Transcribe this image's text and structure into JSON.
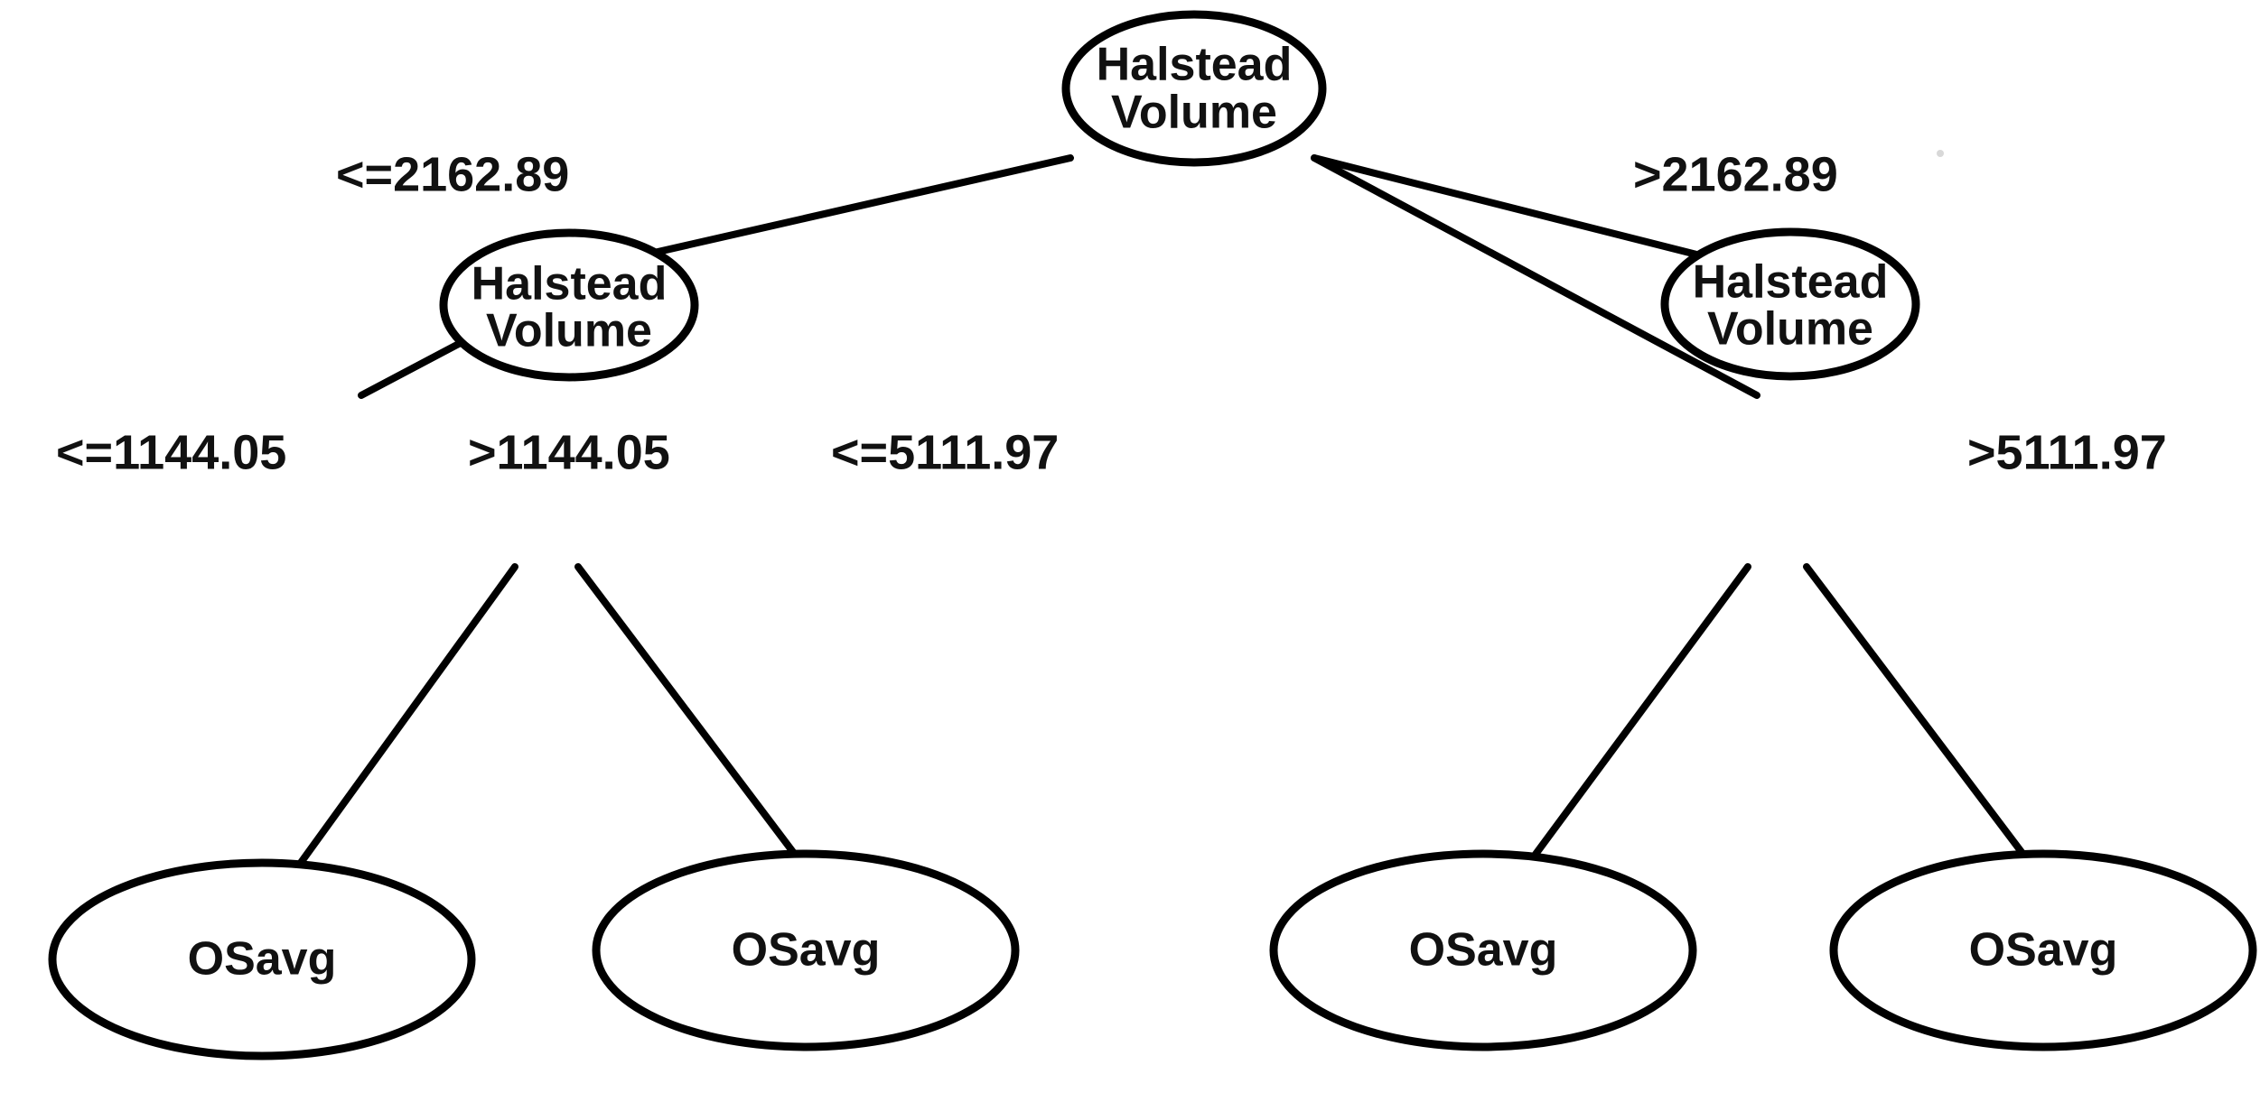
{
  "diagram": {
    "type": "decision-tree",
    "title": "",
    "background_color": "#ffffff",
    "node_fill": "#ffffff",
    "node_stroke": "#000000",
    "text_color": "#111111"
  },
  "nodes": {
    "root": {
      "label_line1": "Halstead",
      "label_line2": "Volume"
    },
    "left_internal": {
      "label_line1": "Halstead",
      "label_line2": "Volume"
    },
    "right_internal": {
      "label_line1": "Halstead",
      "label_line2": "Volume"
    },
    "leaf1": {
      "label": "OSavg"
    },
    "leaf2": {
      "label": "OSavg"
    },
    "leaf3": {
      "label": "OSavg"
    },
    "leaf4": {
      "label": "OSavg"
    }
  },
  "edges": {
    "root_left": {
      "label": "<=2162.89"
    },
    "root_right": {
      "label": ">2162.89"
    },
    "left_left": {
      "label": "<=1144.05"
    },
    "left_right": {
      "label": ">1144.05"
    },
    "right_left": {
      "label": "<=5111.97"
    },
    "right_right": {
      "label": ">5111.97"
    }
  },
  "chart_data": {
    "type": "table",
    "title": "Halstead Volume decision tree predicting OSavg",
    "tree": {
      "feature": "Halstead Volume",
      "threshold": 2162.89,
      "left": {
        "feature": "Halstead Volume",
        "threshold": 1144.05,
        "left": {
          "leaf": "OSavg",
          "condition": "<=1144.05"
        },
        "right": {
          "leaf": "OSavg",
          "condition": ">1144.05"
        }
      },
      "right": {
        "feature": "Halstead Volume",
        "threshold": 5111.97,
        "left": {
          "leaf": "OSavg",
          "condition": "<=5111.97"
        },
        "right": {
          "leaf": "OSavg",
          "condition": ">5111.97"
        }
      }
    },
    "split_thresholds": [
      2162.89,
      1144.05,
      5111.97
    ],
    "split_feature": "Halstead Volume",
    "leaf_label": "OSavg",
    "depth": 3,
    "leaf_count": 4
  }
}
